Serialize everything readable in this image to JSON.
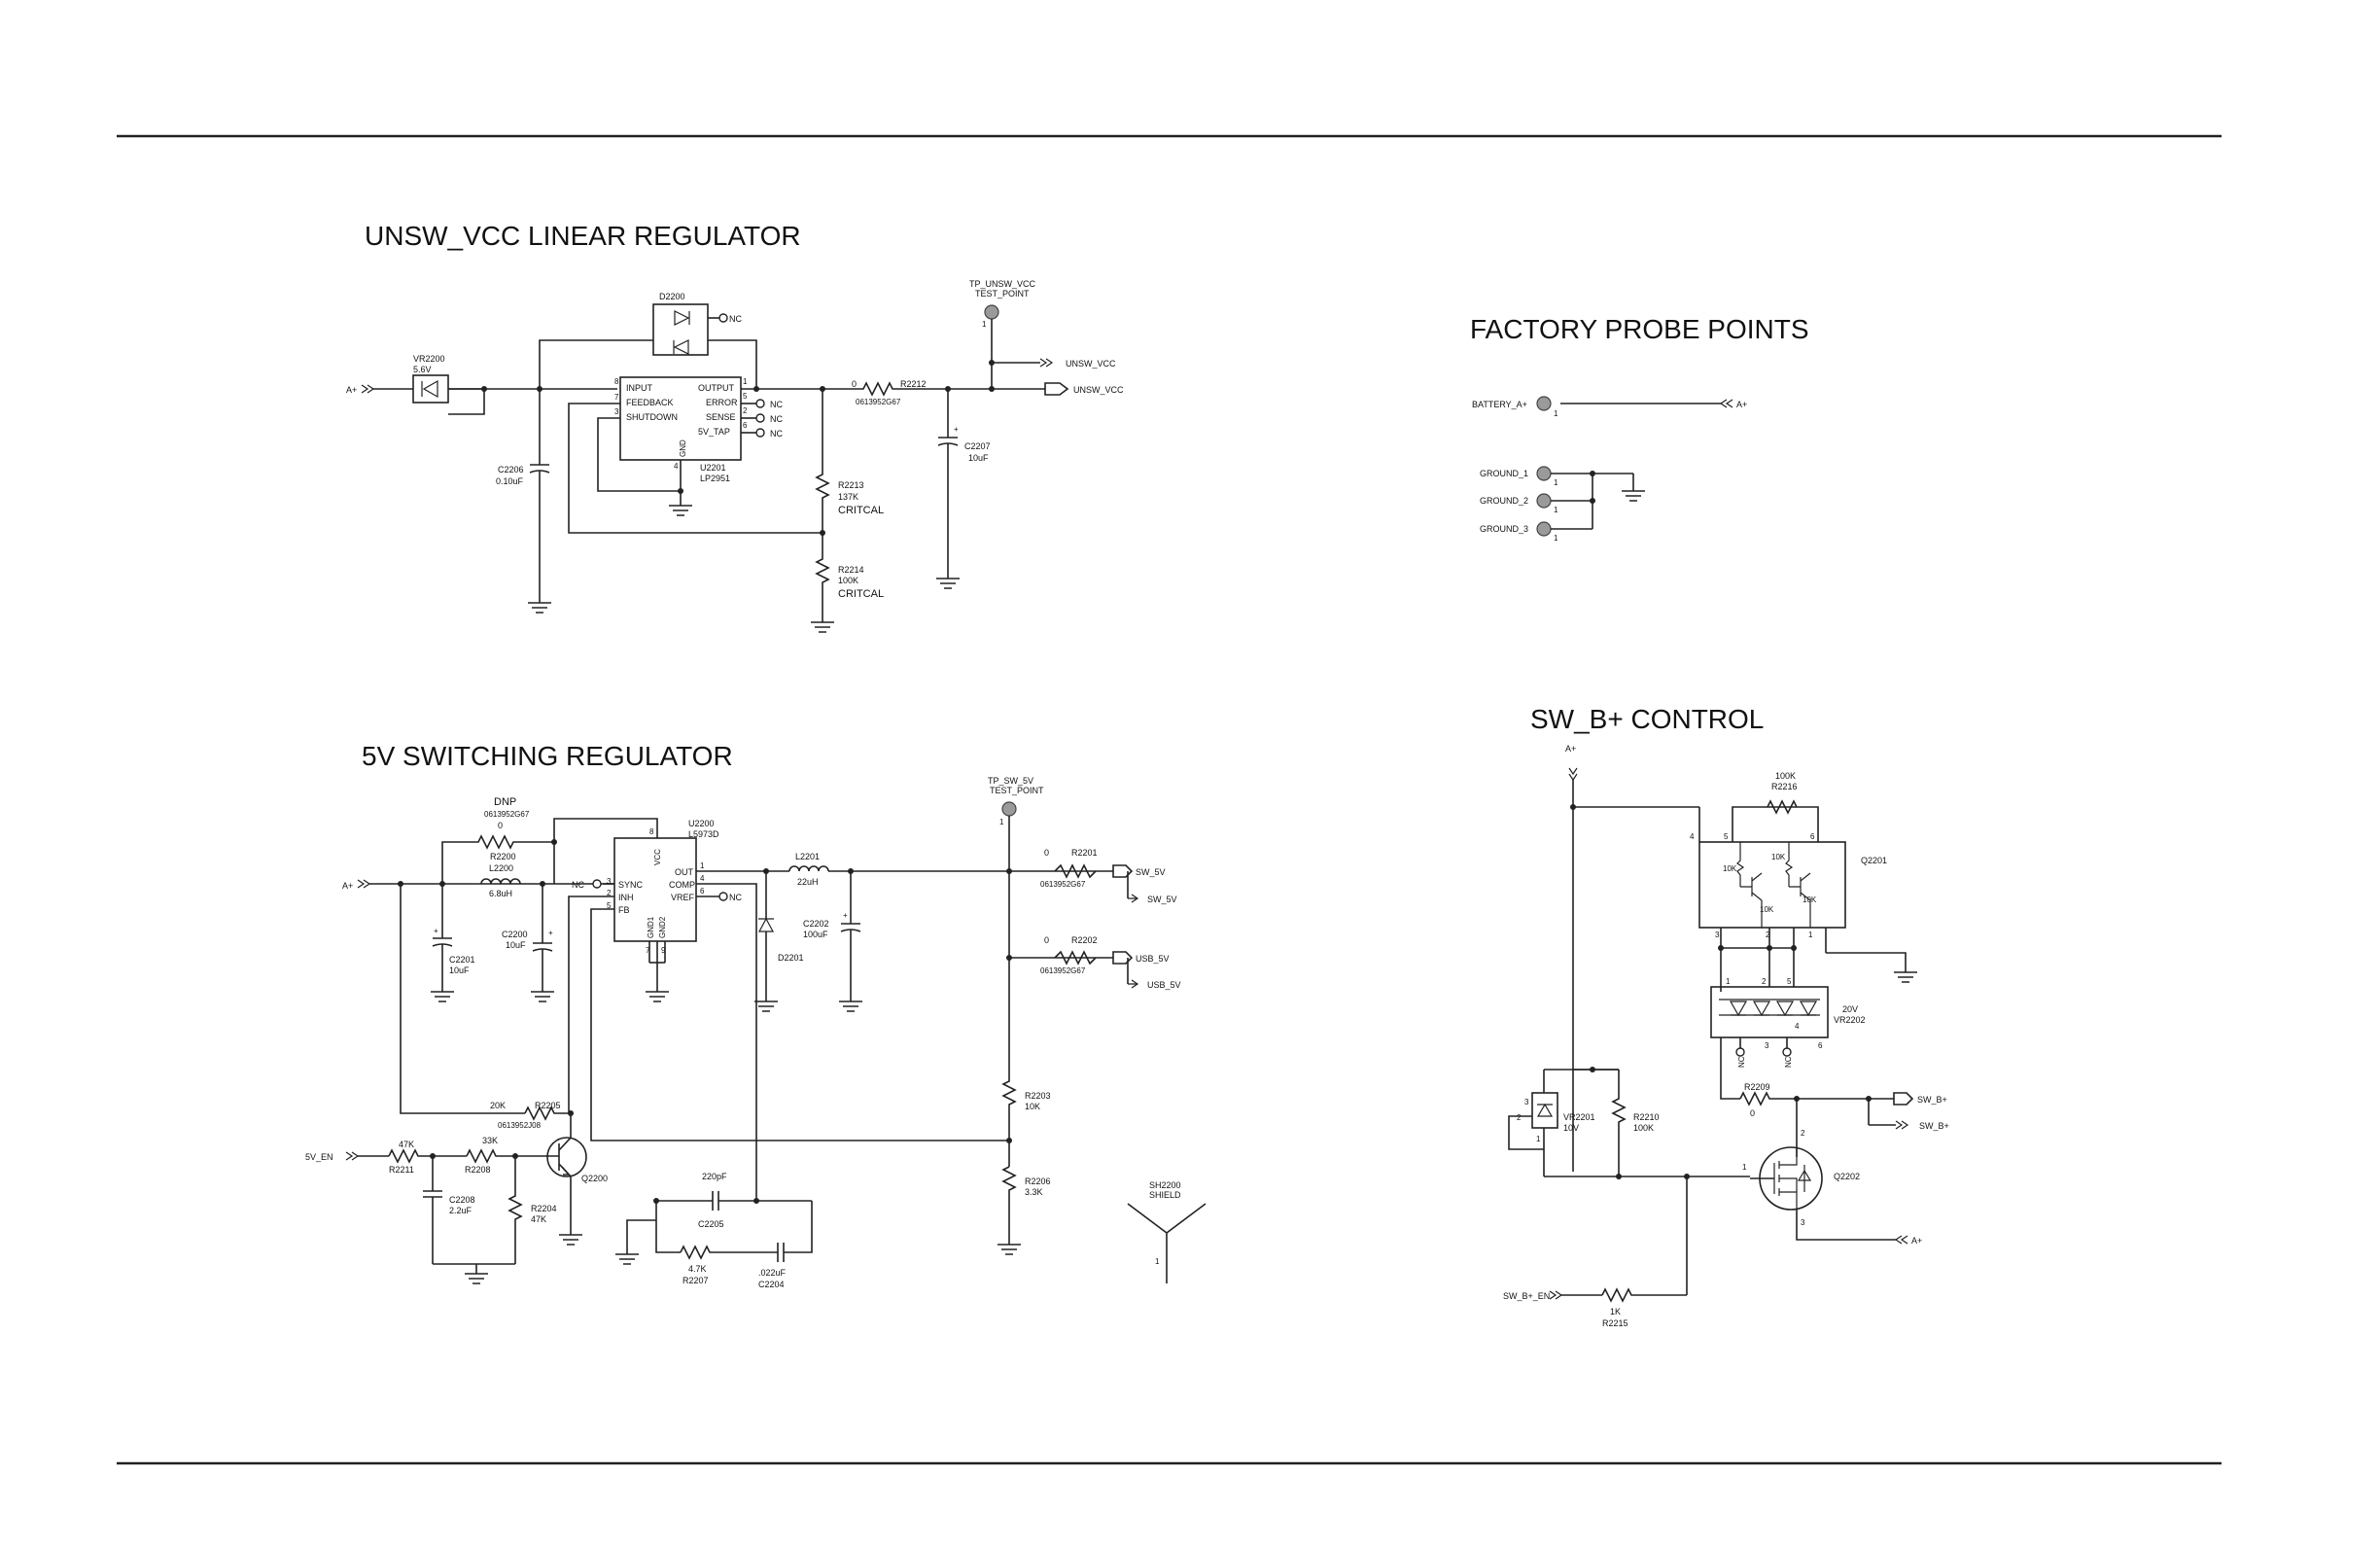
{
  "sections": {
    "linear": "UNSW_VCC LINEAR REGULATOR",
    "probe": "FACTORY PROBE POINTS",
    "switching": "5V SWITCHING REGULATOR",
    "swb": "SW_B+ CONTROL"
  },
  "linear": {
    "a_plus": "A+",
    "vr2200": {
      "ref": "VR2200",
      "value": "5.6V"
    },
    "d2200": {
      "ref": "D2200"
    },
    "nc": "NC",
    "u2201": {
      "ref": "U2201",
      "part": "LP2951",
      "gnd": "GND",
      "pins_left": [
        "INPUT",
        "FEEDBACK",
        "SHUTDOWN"
      ],
      "pins_left_num": [
        "8",
        "7",
        "3"
      ],
      "pins_right": [
        "OUTPUT",
        "ERROR",
        "SENSE",
        "5V_TAP"
      ],
      "pins_right_num": [
        "1",
        "5",
        "2",
        "6"
      ],
      "gnd_num": "4"
    },
    "c2206": {
      "ref": "C2206",
      "value": "0.10uF"
    },
    "r2212": {
      "ref": "R2212",
      "value": "0",
      "pn": "0613952G67"
    },
    "r2213": {
      "ref": "R2213",
      "value": "137K",
      "note": "CRITCAL"
    },
    "r2214": {
      "ref": "R2214",
      "value": "100K",
      "note": "CRITCAL"
    },
    "c2207": {
      "ref": "C2207",
      "value": "10uF"
    },
    "tp": {
      "name": "TP_UNSW_VCC",
      "type": "TEST_POINT",
      "pin": "1"
    },
    "net_unsw_vcc": "UNSW_VCC"
  },
  "probe": {
    "battery": "BATTERY_A+",
    "ground1": "GROUND_1",
    "ground2": "GROUND_2",
    "ground3": "GROUND_3",
    "pin": "1",
    "a_plus": "A+"
  },
  "switching": {
    "a_plus": "A+",
    "dnp": "DNP",
    "r2200": {
      "ref": "R2200",
      "value": "0",
      "pn": "0613952G67"
    },
    "l2200": {
      "ref": "L2200",
      "value": "6.8uH"
    },
    "c2201": {
      "ref": "C2201",
      "value": "10uF"
    },
    "c2200": {
      "ref": "C2200",
      "value": "10uF"
    },
    "u2200": {
      "ref": "U2200",
      "part": "L5973D",
      "vcc": "VCC",
      "pins_left": [
        "SYNC",
        "INH",
        "FB"
      ],
      "pins_left_num": [
        "3",
        "2",
        "5"
      ],
      "pins_right": [
        "OUT",
        "COMP",
        "VREF"
      ],
      "pins_right_num": [
        "1",
        "4",
        "6"
      ],
      "vcc_num": "8",
      "gnd1": "GND1",
      "gnd2": "GND2",
      "gnd1_num": "7",
      "gnd2_num": "9"
    },
    "nc": "NC",
    "l2201": {
      "ref": "L2201",
      "value": "22uH"
    },
    "d2201": {
      "ref": "D2201"
    },
    "c2202": {
      "ref": "C2202",
      "value": "100uF"
    },
    "tp": {
      "name": "TP_SW_5V",
      "type": "TEST_POINT",
      "pin": "1"
    },
    "r2201": {
      "ref": "R2201",
      "value": "0",
      "pn": "0613952G67"
    },
    "r2202": {
      "ref": "R2202",
      "value": "0",
      "pn": "0613952G67"
    },
    "sw5v": "SW_5V",
    "usb5v": "USB_5V",
    "r2203": {
      "ref": "R2203",
      "value": "10K"
    },
    "r2206": {
      "ref": "R2206",
      "value": "3.3K"
    },
    "r2205": {
      "ref": "R2205",
      "value": "20K",
      "pn": "0613952J08"
    },
    "en": "5V_EN",
    "r2211": {
      "ref": "R2211",
      "value": "47K"
    },
    "r2208": {
      "ref": "R2208",
      "value": "33K"
    },
    "q2200": {
      "ref": "Q2200"
    },
    "c2208": {
      "ref": "C2208",
      "value": "2.2uF"
    },
    "r2204": {
      "ref": "R2204",
      "value": "47K"
    },
    "c2205": {
      "ref": "C2205",
      "value": "220pF"
    },
    "r2207": {
      "ref": "R2207",
      "value": "4.7K"
    },
    "c2204": {
      "ref": "C2204",
      "value": ".022uF"
    },
    "sh2200": {
      "ref": "SH2200",
      "type": "SHIELD",
      "pin": "1"
    }
  },
  "swb": {
    "a_plus": "A+",
    "r2216": {
      "ref": "R2216",
      "value": "100K"
    },
    "q2201": {
      "ref": "Q2201",
      "r1": "10K",
      "r2": "10K",
      "r3": "10K",
      "r4": "10K",
      "pins": [
        "4",
        "5",
        "6",
        "3",
        "2",
        "1"
      ]
    },
    "vr2202": {
      "ref": "VR2202",
      "value": "20V",
      "pins": [
        "1",
        "2",
        "5",
        "3",
        "4",
        "6"
      ]
    },
    "nc": "NC",
    "r2209": {
      "ref": "R2209",
      "value": "0"
    },
    "net_swb": "SW_B+",
    "vr2201": {
      "ref": "VR2201",
      "value": "10V",
      "pins": [
        "3",
        "2",
        "1"
      ]
    },
    "r2210": {
      "ref": "R2210",
      "value": "100K"
    },
    "q2202": {
      "ref": "Q2202",
      "pins": [
        "2",
        "1",
        "3"
      ]
    },
    "en": "SW_B+_EN",
    "r2215": {
      "ref": "R2215",
      "value": "1K"
    }
  }
}
